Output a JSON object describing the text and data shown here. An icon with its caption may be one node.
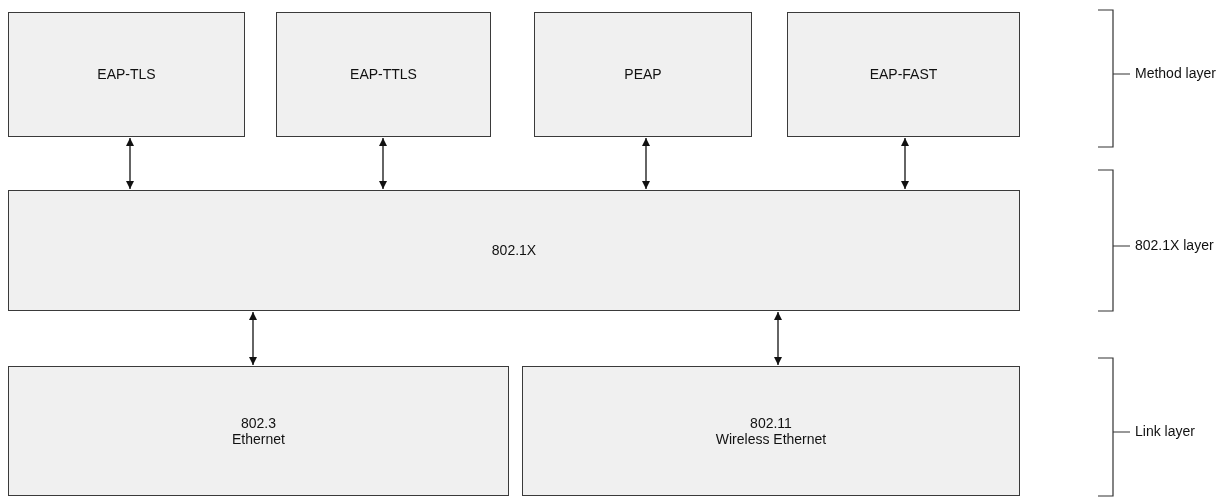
{
  "diagram": {
    "nodes": [
      {
        "text": [
          "EAP-TLS"
        ]
      },
      {
        "text": [
          "EAP-TTLS"
        ]
      },
      {
        "text": [
          "PEAP"
        ]
      },
      {
        "text": [
          "EAP-FAST"
        ]
      },
      {
        "text": [
          "802.1X"
        ]
      },
      {
        "text": [
          "802.3",
          "Ethernet"
        ]
      },
      {
        "text": [
          "802.11",
          "Wireless Ethernet"
        ]
      }
    ],
    "edges": [
      {
        "from": 0,
        "to": 4,
        "arrow": "both"
      },
      {
        "from": 1,
        "to": 4,
        "arrow": "both"
      },
      {
        "from": 2,
        "to": 4,
        "arrow": "both"
      },
      {
        "from": 3,
        "to": 4,
        "arrow": "both"
      },
      {
        "from": 4,
        "to": 5,
        "arrow": "both"
      },
      {
        "from": 4,
        "to": 6,
        "arrow": "both"
      }
    ],
    "labels": [
      "Method layer",
      "802.1X layer",
      "Link layer"
    ]
  }
}
